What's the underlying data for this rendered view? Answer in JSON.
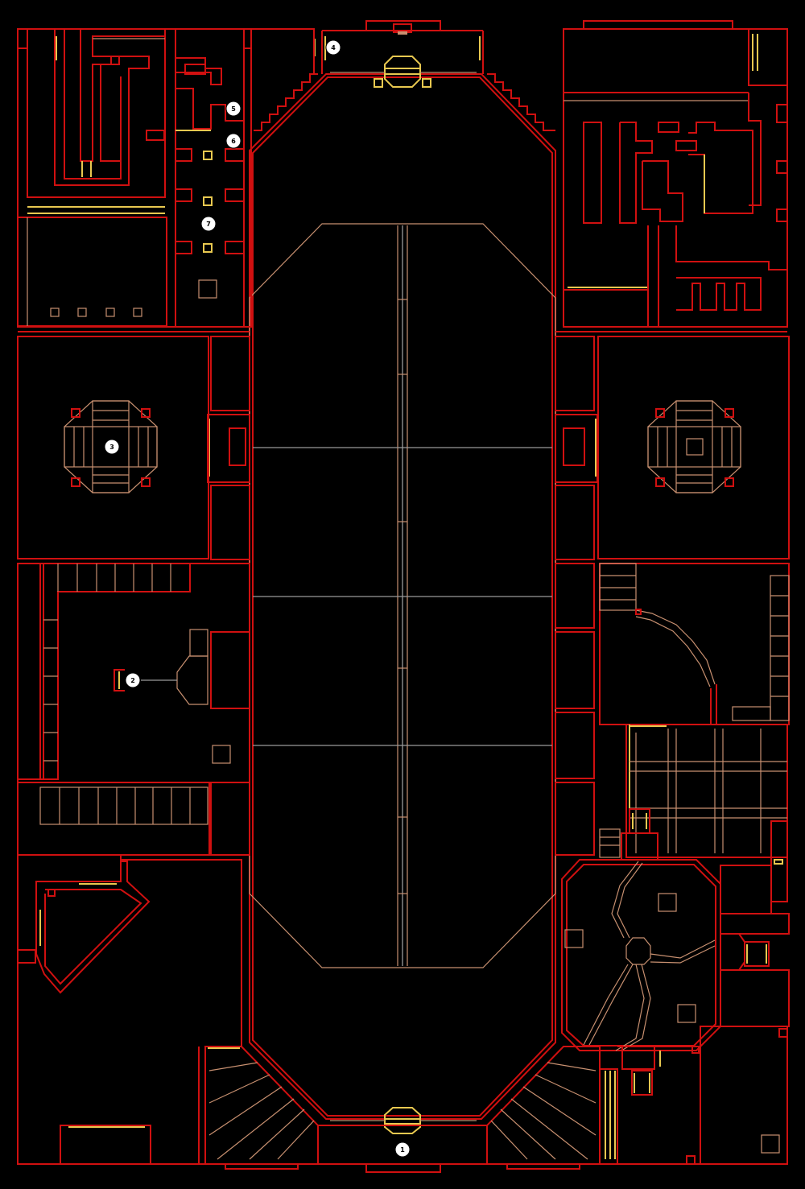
{
  "map": {
    "colors": {
      "background": "#000000",
      "wall": "#d01010",
      "step": "#c89070",
      "highlight": "#e8c850",
      "midline": "#9a9a9a",
      "marker_fill": "#ffffff",
      "marker_text": "#000000"
    },
    "markers": [
      {
        "label": "1"
      },
      {
        "label": "2"
      },
      {
        "label": "3"
      },
      {
        "label": "4"
      },
      {
        "label": "5"
      },
      {
        "label": "6"
      },
      {
        "label": "7"
      }
    ]
  }
}
